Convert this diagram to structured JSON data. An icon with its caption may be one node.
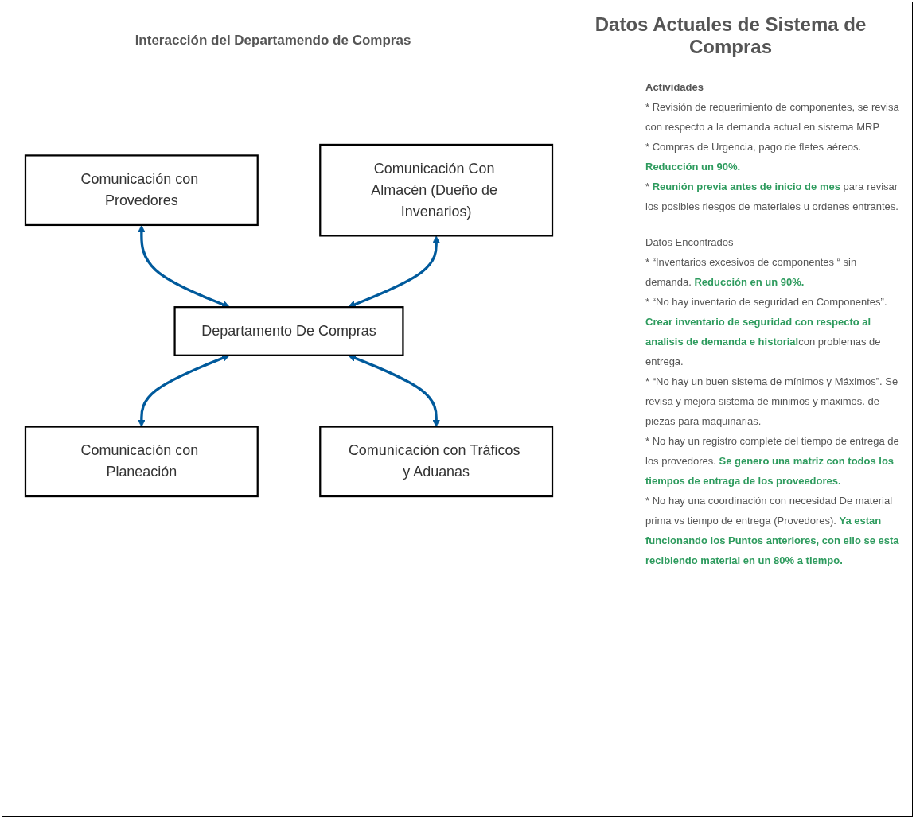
{
  "diagram": {
    "title": "Interacción del Departamendo de Compras",
    "nodes": [
      {
        "text": [
          "Comunicación con Provedores"
        ]
      },
      {
        "text": [
          "Comunicación Con Almacén (Dueño de Invenarios)"
        ]
      },
      {
        "text": [
          "Departamento De Compras"
        ]
      },
      {
        "text": [
          "Comunicación con Planeación"
        ]
      },
      {
        "text": [
          "Comunicación con Tráficos y Aduanas"
        ]
      }
    ],
    "edges": [
      {
        "from": 0,
        "to": 2,
        "arrow": "both"
      },
      {
        "from": 1,
        "to": 2,
        "arrow": "both"
      },
      {
        "from": 2,
        "to": 3,
        "arrow": "both"
      },
      {
        "from": 2,
        "to": 4,
        "arrow": "both"
      }
    ],
    "labels": [
      "Datos Actuales de Sistema de Compras",
      "Actividades",
      "* Revisión de requerimiento de componentes, se revisa con respecto a la demanda actual en sistema MRP",
      "* Compras de Urgencia, pago de fletes aéreos. **Reducción un 90%.**",
      "* **Reunión previa antes de inicio de mes** para revisar los posibles riesgos de materiales u ordenes entrantes.",
      "Datos Encontrados",
      "* “Inventarios excesivos de componentes “ sin demanda. **Reducción en un 90%.**",
      "* “No hay inventario de seguridad en Componentes”. **Crear inventario de seguridad con respecto al analisis de demanda e historial**con problemas de entrega.",
      "* “No hay un buen sistema de mínimos y Máximos”. Se revisa y mejora sistema de minimos y maximos. de piezas para maquinarias.",
      "* No hay un registro complete del tiempo de entrega de los provedores. **Se genero una matriz con todos los tiempos de entraga de los proveedores.**",
      "* No hay una coordinación con necesidad De material prima vs tiempo de entrega (Provedores). **Ya estan funcionando los Puntos anteriores, con ello se esta recibiendo material en un 80% a tiempo.**"
    ]
  }
}
